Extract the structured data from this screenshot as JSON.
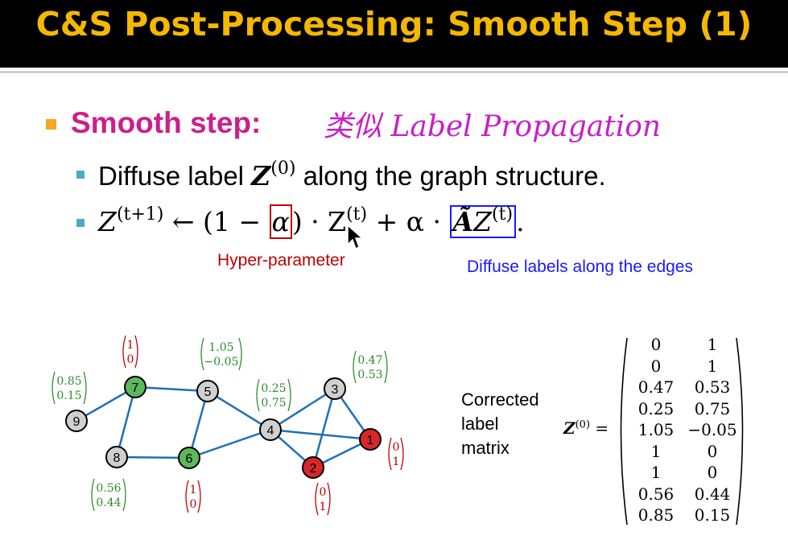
{
  "title": "C&S Post-Processing: Smooth Step (1)",
  "heading": "Smooth step:",
  "handwritten_note": "类似 Label Propagation",
  "bullets": {
    "line1_pre": "Diffuse label ",
    "line1_sym": "Z",
    "line1_sup": "(0)",
    "line1_post": " along the graph structure.",
    "eq_lhs": "Z",
    "eq_lhs_sup": "(t+1)",
    "eq_arrow": " ← (1 − ",
    "eq_alpha": "α",
    "eq_mid": ") · Z",
    "eq_mid_sup": "(t)",
    "eq_plus": " + α · ",
    "eq_box_A": "Ã",
    "eq_box_Z": "Z",
    "eq_box_sup": "(t)",
    "eq_end": "."
  },
  "annotations": {
    "hyper": "Hyper-parameter",
    "diffuse": "Diffuse labels along the edges"
  },
  "corrected_label": [
    "Corrected",
    "label",
    "matrix"
  ],
  "z_label": "Z",
  "z_label_sup": "(0)",
  "z_label_eq": " =",
  "matrix": [
    [
      "0",
      "1"
    ],
    [
      "0",
      "1"
    ],
    [
      "0.47",
      "0.53"
    ],
    [
      "0.25",
      "0.75"
    ],
    [
      "1.05",
      "−0.05"
    ],
    [
      "1",
      "0"
    ],
    [
      "1",
      "0"
    ],
    [
      "0.56",
      "0.44"
    ],
    [
      "0.85",
      "0.15"
    ]
  ],
  "graph": {
    "colors": {
      "green": "#5cb85c",
      "red": "#d9262a",
      "gray": "#d0d0d0",
      "edge": "#1f6fb8",
      "green_text": "#2e8b2e",
      "red_text": "#c00000"
    },
    "nodes": [
      {
        "id": "1",
        "type": "red"
      },
      {
        "id": "2",
        "type": "red"
      },
      {
        "id": "3",
        "type": "gray"
      },
      {
        "id": "4",
        "type": "gray"
      },
      {
        "id": "5",
        "type": "gray"
      },
      {
        "id": "6",
        "type": "green"
      },
      {
        "id": "7",
        "type": "green"
      },
      {
        "id": "8",
        "type": "gray"
      },
      {
        "id": "9",
        "type": "gray"
      }
    ],
    "vectors": [
      {
        "node": "7",
        "top": "1",
        "bottom": "0",
        "color": "red"
      },
      {
        "node": "5",
        "top": "1.05",
        "bottom": "−0.05",
        "color": "green"
      },
      {
        "node": "9",
        "top": "0.85",
        "bottom": "0.15",
        "color": "green"
      },
      {
        "node": "4",
        "top": "0.25",
        "bottom": "0.75",
        "color": "green"
      },
      {
        "node": "3",
        "top": "0.47",
        "bottom": "0.53",
        "color": "green"
      },
      {
        "node": "1",
        "top": "0",
        "bottom": "1",
        "color": "red"
      },
      {
        "node": "8",
        "top": "0.56",
        "bottom": "0.44",
        "color": "green"
      },
      {
        "node": "6",
        "top": "1",
        "bottom": "0",
        "color": "red"
      },
      {
        "node": "2",
        "top": "0",
        "bottom": "1",
        "color": "red"
      }
    ]
  }
}
